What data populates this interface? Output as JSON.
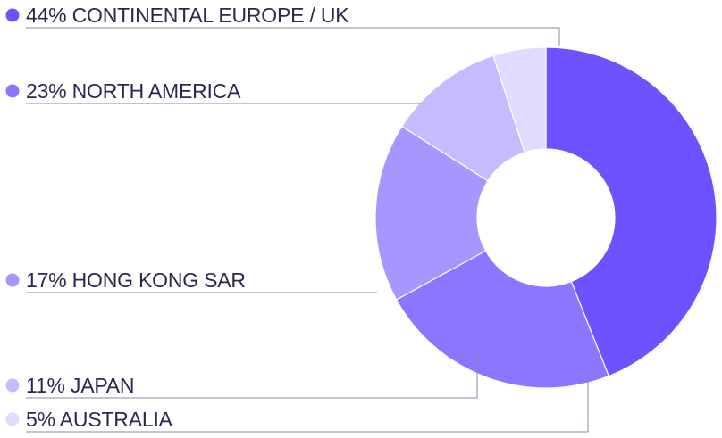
{
  "chart_data": {
    "type": "pie",
    "style": "donut",
    "categories": [
      "CONTINENTAL EUROPE / UK",
      "NORTH AMERICA",
      "HONG KONG SAR",
      "JAPAN",
      "AUSTRALIA"
    ],
    "values": [
      44,
      23,
      17,
      11,
      5
    ],
    "labels": [
      "44% CONTINENTAL EUROPE / UK",
      "23% NORTH AMERICA",
      "17% HONG KONG SAR",
      "11% JAPAN",
      "5% AUSTRALIA"
    ],
    "colors": [
      "#6e52ff",
      "#8b76ff",
      "#a697ff",
      "#c5bbff",
      "#e1dcff"
    ],
    "legend_position": "left"
  }
}
